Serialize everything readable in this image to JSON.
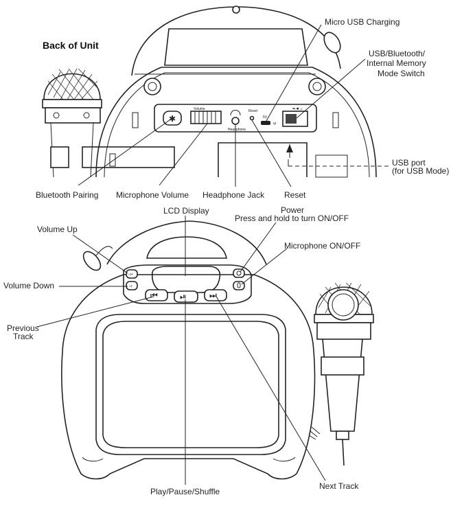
{
  "back_view": {
    "title": "Back of Unit",
    "panel_text": {
      "volume": "Volume",
      "headphone": "Headphone",
      "reset": "Reset",
      "dc": "5V",
      "mode_icons": "⇆ ✱ ♫"
    },
    "labels": {
      "micro_usb": "Micro USB Charging",
      "mode_switch_1": "USB/Bluetooth/",
      "mode_switch_2": "Internal Memory",
      "mode_switch_3": "Mode Switch",
      "usb_port_1": "USB port",
      "usb_port_2": "(for USB Mode)",
      "bluetooth_pairing": "Bluetooth Pairing",
      "mic_volume": "Microphone Volume",
      "headphone_jack": "Headphone Jack",
      "reset": "Reset"
    }
  },
  "front_view": {
    "labels": {
      "lcd": "LCD Display",
      "power_1": "Power",
      "power_2": "Press and hold to turn ON/OFF",
      "volume_up": "Volume Up",
      "mic_onoff": "Microphone ON/OFF",
      "volume_down": "Volume Down",
      "previous_1": "Previous",
      "previous_2": "Track",
      "play_pause": "Play/Pause/Shuffle",
      "next_track": "Next Track"
    }
  },
  "icons": [
    "bluetooth-icon",
    "headphone-icon",
    "usb-icon",
    "speaker-up-icon",
    "speaker-down-icon",
    "power-icon",
    "microphone-icon",
    "previous-icon",
    "play-pause-icon",
    "next-icon",
    "arrow-up-icon"
  ]
}
